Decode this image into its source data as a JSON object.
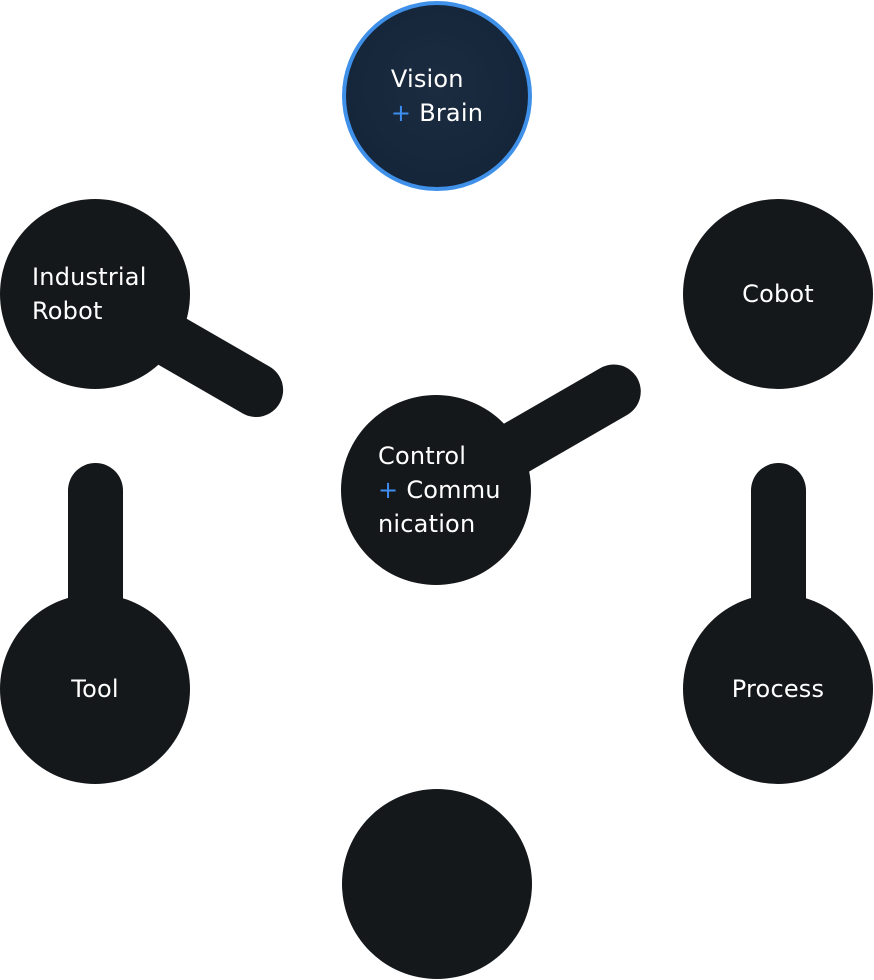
{
  "diagram": {
    "nodes": [
      {
        "id": "vision-brain",
        "lines": [
          {
            "prefix": "",
            "text": "Vision"
          },
          {
            "prefix": "+",
            "text": "Brain"
          }
        ],
        "highlighted": true
      },
      {
        "id": "industrial-robot",
        "lines": [
          {
            "prefix": "",
            "text": "Industrial"
          },
          {
            "prefix": "",
            "text": "Robot"
          }
        ]
      },
      {
        "id": "cobot",
        "lines": [
          {
            "prefix": "",
            "text": "Cobot"
          }
        ]
      },
      {
        "id": "control-communication",
        "lines": [
          {
            "prefix": "",
            "text": "Control"
          },
          {
            "prefix": "+",
            "text": "Commu"
          },
          {
            "prefix": "",
            "text": "nication"
          }
        ]
      },
      {
        "id": "tool",
        "lines": [
          {
            "prefix": "",
            "text": "Tool"
          }
        ]
      },
      {
        "id": "process",
        "lines": [
          {
            "prefix": "",
            "text": "Process"
          }
        ]
      },
      {
        "id": "bottom-node",
        "lines": []
      }
    ],
    "colors": {
      "node_fill": "#15181b",
      "highlight_fill": "#16263a",
      "highlight_border": "#3f90e8",
      "plus_accent": "#3d8ef0",
      "text": "#ffffff",
      "background": "#ffffff"
    }
  }
}
